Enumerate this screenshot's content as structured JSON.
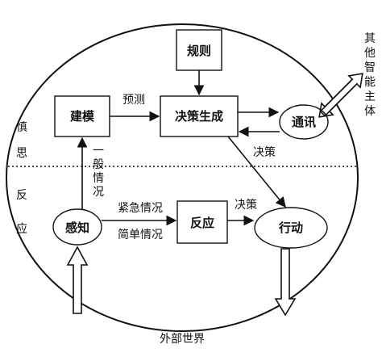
{
  "nodes": {
    "rules": "规则",
    "modeling": "建模",
    "decision_gen": "决策生成",
    "comm": "通讯",
    "perception": "感知",
    "reaction": "反应",
    "action": "行动"
  },
  "edge_labels": {
    "predict": "预测",
    "decision_upper": "决策",
    "decision_lower": "决策",
    "general_case": [
      "一",
      "般",
      "情",
      "况"
    ],
    "emergency": "紧急情况",
    "simple": "简单情况"
  },
  "regions": {
    "deliberate": [
      "慎",
      "思"
    ],
    "reactive": [
      "反",
      "应"
    ]
  },
  "external": {
    "other_agents": [
      "其",
      "他",
      "智",
      "能",
      "主",
      "体"
    ],
    "outside_world": "外部世界"
  }
}
